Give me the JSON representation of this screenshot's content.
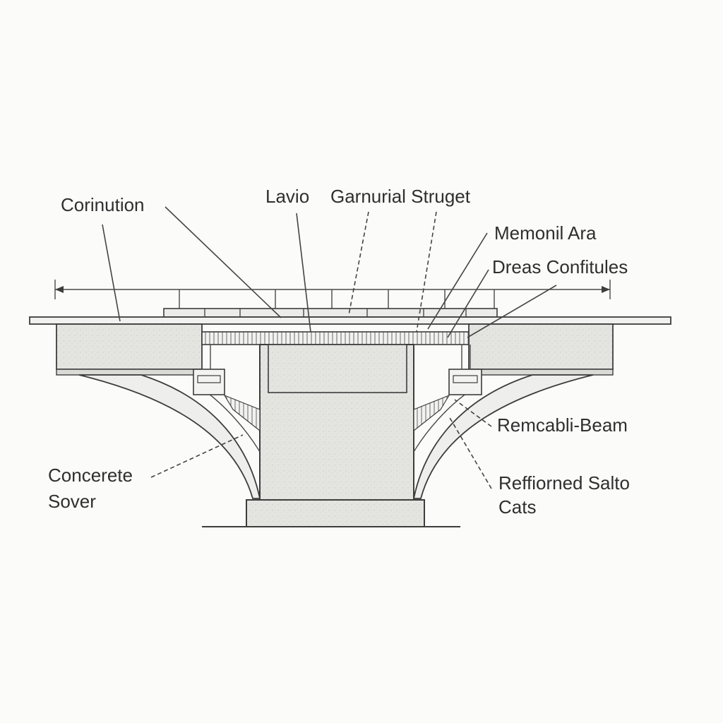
{
  "labels": {
    "top_left": "Corinution",
    "top_center_1": "Lavio",
    "top_center_2": "Garnurial Struget",
    "right_1": "Memonil Ara",
    "right_2": "Dreas Confitules",
    "right_3": "Remcabli-Beam",
    "right_4_line1": "Reffiorned Salto",
    "right_4_line2": "Cats",
    "left_bottom_line1": "Concerete",
    "left_bottom_line2": "Sover"
  },
  "colors": {
    "concrete_fill": "#e3e3e0",
    "line": "#3d3d3d",
    "background": "#fbfbfa"
  }
}
